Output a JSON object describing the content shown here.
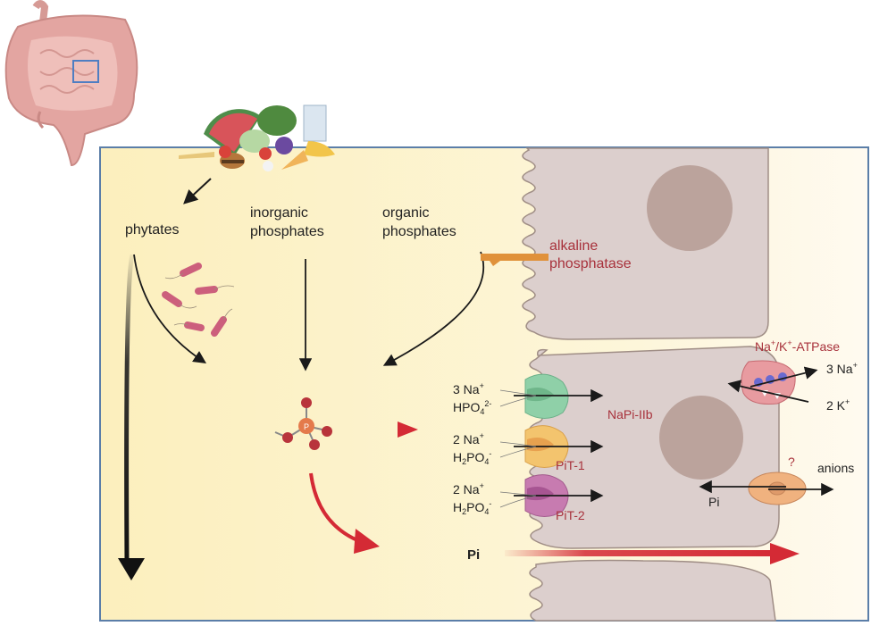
{
  "diagram": {
    "title_region": "intestinal phosphate absorption",
    "inset": {
      "organ": "intestine",
      "highlight": "small intestine region"
    },
    "sources": {
      "phytates": "phytates",
      "inorganic_line1": "inorganic",
      "inorganic_line2": "phosphates",
      "organic_line1": "organic",
      "organic_line2": "phosphates"
    },
    "enzyme": {
      "line1": "alkaline",
      "line2": "phosphatase"
    },
    "transporters": [
      {
        "name": "NaPi-IIb",
        "ion1": "3 Na",
        "ion1_sup": "+",
        "ion2": "HPO",
        "ion2_sub": "4",
        "ion2_sup": "2-",
        "color": "#8fd0a8"
      },
      {
        "name": "PiT-1",
        "ion1": "2 Na",
        "ion1_sup": "+",
        "ion2": "H",
        "ion2_sub1": "2",
        "ion2_mid": "PO",
        "ion2_sub": "4",
        "ion2_sup": "-",
        "color": "#f3c46e"
      },
      {
        "name": "PiT-2",
        "ion1": "2 Na",
        "ion1_sup": "+",
        "ion2": "H",
        "ion2_sub1": "2",
        "ion2_mid": "PO",
        "ion2_sub": "4",
        "ion2_sup": "-",
        "color": "#c77bb0"
      }
    ],
    "pump": {
      "name_a": "Na",
      "name_sup1": "+",
      "name_b": "/K",
      "name_sup2": "+",
      "name_c": "-ATPase",
      "out_label": "3 Na",
      "out_sup": "+",
      "in_label": "2 K",
      "in_sup": "+"
    },
    "basolateral": {
      "unknown": "?",
      "anions": "anions",
      "pi": "Pi"
    },
    "paracellular": {
      "label": "Pi"
    },
    "molecule": {
      "center": "P"
    },
    "colors": {
      "lumen_bg": "#fdf3c8",
      "frame": "#5b7ea8",
      "cell": "#dccfcd",
      "cell_border": "#a08e86",
      "nucleus": "#bba39c",
      "red_arrow": "#d42a35",
      "label_red": "#a8323c",
      "enzyme": "#e0913a"
    }
  }
}
